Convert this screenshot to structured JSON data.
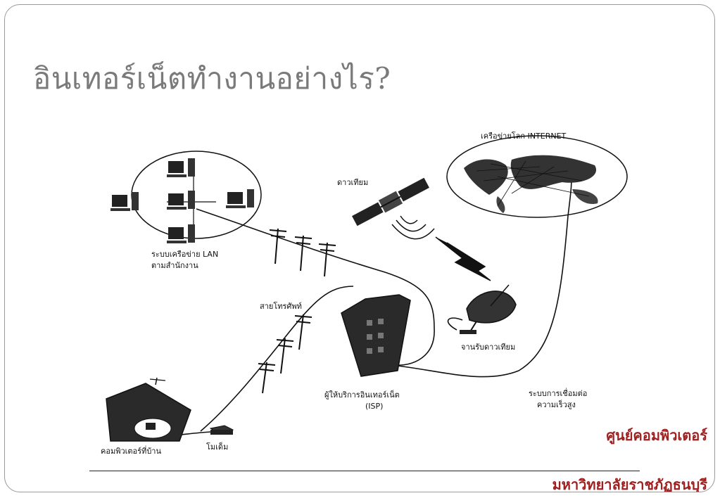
{
  "slide": {
    "title": "อินเทอร์เน็ตทำงานอย่างไร?",
    "footer_line1": "ศูนย์คอมพิวเตอร์",
    "footer_line2": "มหาวิทยาลัยราชภัฏธนบุรี",
    "footer_color": "#a02020"
  },
  "diagram": {
    "labels": {
      "lan_line1": "ระบบเครือข่าย LAN",
      "lan_line2": "ตามสำนักงาน",
      "satellite": "ดาวเทียม",
      "internet": "เครือข่ายโลก INTERNET",
      "phone_line": "สายโทรศัพท์",
      "dish": "จานรับดาวเทียม",
      "isp_line1": "ผู้ให้บริการอินเทอร์เน็ต",
      "isp_line2": "(ISP)",
      "highspeed_line1": "ระบบการเชื่อมต่อ",
      "highspeed_line2": "ความเร็วสูง",
      "home_computer": "คอมพิวเตอร์ที่บ้าน",
      "modem": "โมเด็ม"
    },
    "icons": [
      "lan-computer-icon",
      "satellite-icon",
      "world-map-icon",
      "telephone-pole-icon",
      "satellite-dish-icon",
      "isp-building-icon",
      "house-icon",
      "modem-icon"
    ]
  }
}
